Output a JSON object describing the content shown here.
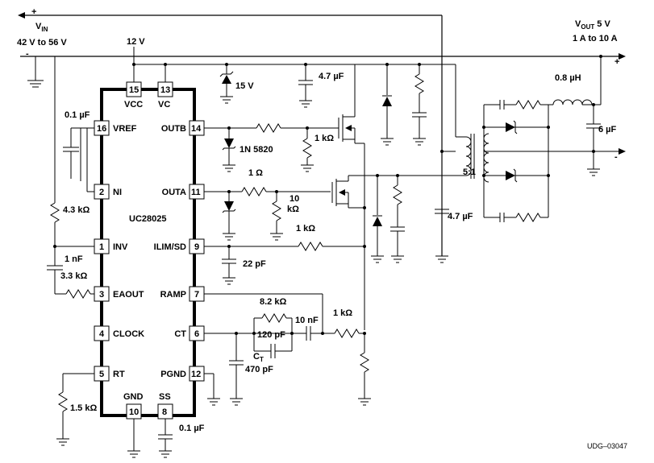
{
  "diagram": {
    "drawing_id": "UDG–03047",
    "ic": {
      "part": "UC28025",
      "pins": [
        {
          "num": "15",
          "name": "VCC"
        },
        {
          "num": "13",
          "name": "VC"
        },
        {
          "num": "16",
          "name": "VREF"
        },
        {
          "num": "14",
          "name": "OUTB"
        },
        {
          "num": "2",
          "name": "NI"
        },
        {
          "num": "11",
          "name": "OUTA"
        },
        {
          "num": "1",
          "name": "INV"
        },
        {
          "num": "9",
          "name": "ILIM/SD"
        },
        {
          "num": "3",
          "name": "EAOUT"
        },
        {
          "num": "7",
          "name": "RAMP"
        },
        {
          "num": "4",
          "name": "CLOCK"
        },
        {
          "num": "6",
          "name": "CT"
        },
        {
          "num": "5",
          "name": "RT"
        },
        {
          "num": "12",
          "name": "PGND"
        },
        {
          "num": "10",
          "name": "GND"
        },
        {
          "num": "8",
          "name": "SS"
        }
      ]
    },
    "labels": {
      "vin_main": "V",
      "vin_sub": "IN",
      "vin_range": "42 V to 56 V",
      "plus": "+",
      "minus": "-",
      "supply": "12 V",
      "vout_main": "V",
      "vout_sub": "OUT",
      "vout_value": " 5 V",
      "iout_range": "1 A to 10 A"
    },
    "components": {
      "c_vref": "0.1 µF",
      "zener": "15 V",
      "c_vcc": "4.7 µF",
      "diode_1n5820": "1N 5820",
      "r_gate_b": "1 kΩ",
      "r_1ohm": "1 Ω",
      "r_10k_a": "10",
      "r_10k_b": "kΩ",
      "r_feedback": "4.3 kΩ",
      "r_ilim": "1 kΩ",
      "c_ilim": "22 pF",
      "c_1nf": "1 nF",
      "r_3k3": "3.3 kΩ",
      "r_8k2": "8.2 kΩ",
      "c_120pf": "120 pF",
      "c_10nf": "10 nF",
      "r_ramp": "1 kΩ",
      "ct_main": "C",
      "ct_sub": "T",
      "c_ct": "470 pF",
      "r_rt": "1.5 kΩ",
      "c_ss": "0.1 µF",
      "c_bulk": "4.7 µF",
      "turns_ratio": "5:1",
      "inductor": "0.8 µH",
      "c_out": "6 µF"
    }
  }
}
